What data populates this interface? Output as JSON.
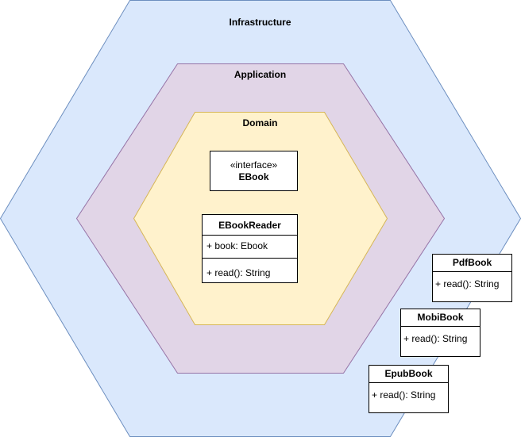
{
  "colors": {
    "infrastructure_fill": "#dae8fc",
    "infrastructure_stroke": "#6c8ebf",
    "application_fill": "#e1d5e7",
    "application_stroke": "#9673a6",
    "domain_fill": "#fff2cc",
    "domain_stroke": "#d6b656",
    "class_fill": "#ffffff",
    "class_stroke": "#000000"
  },
  "layers": {
    "infrastructure": {
      "title": "Infrastructure"
    },
    "application": {
      "title": "Application"
    },
    "domain": {
      "title": "Domain"
    }
  },
  "classes": {
    "ebook": {
      "stereotype": "«interface»",
      "name": "EBook"
    },
    "ebook_reader": {
      "name": "EBookReader",
      "attribute": "+ book: Ebook",
      "method": "+ read(): String"
    },
    "pdf_book": {
      "name": "PdfBook",
      "method": "+ read(): String"
    },
    "mobi_book": {
      "name": "MobiBook",
      "method": "+ read(): String"
    },
    "epub_book": {
      "name": "EpubBook",
      "method": "+ read(): String"
    }
  }
}
